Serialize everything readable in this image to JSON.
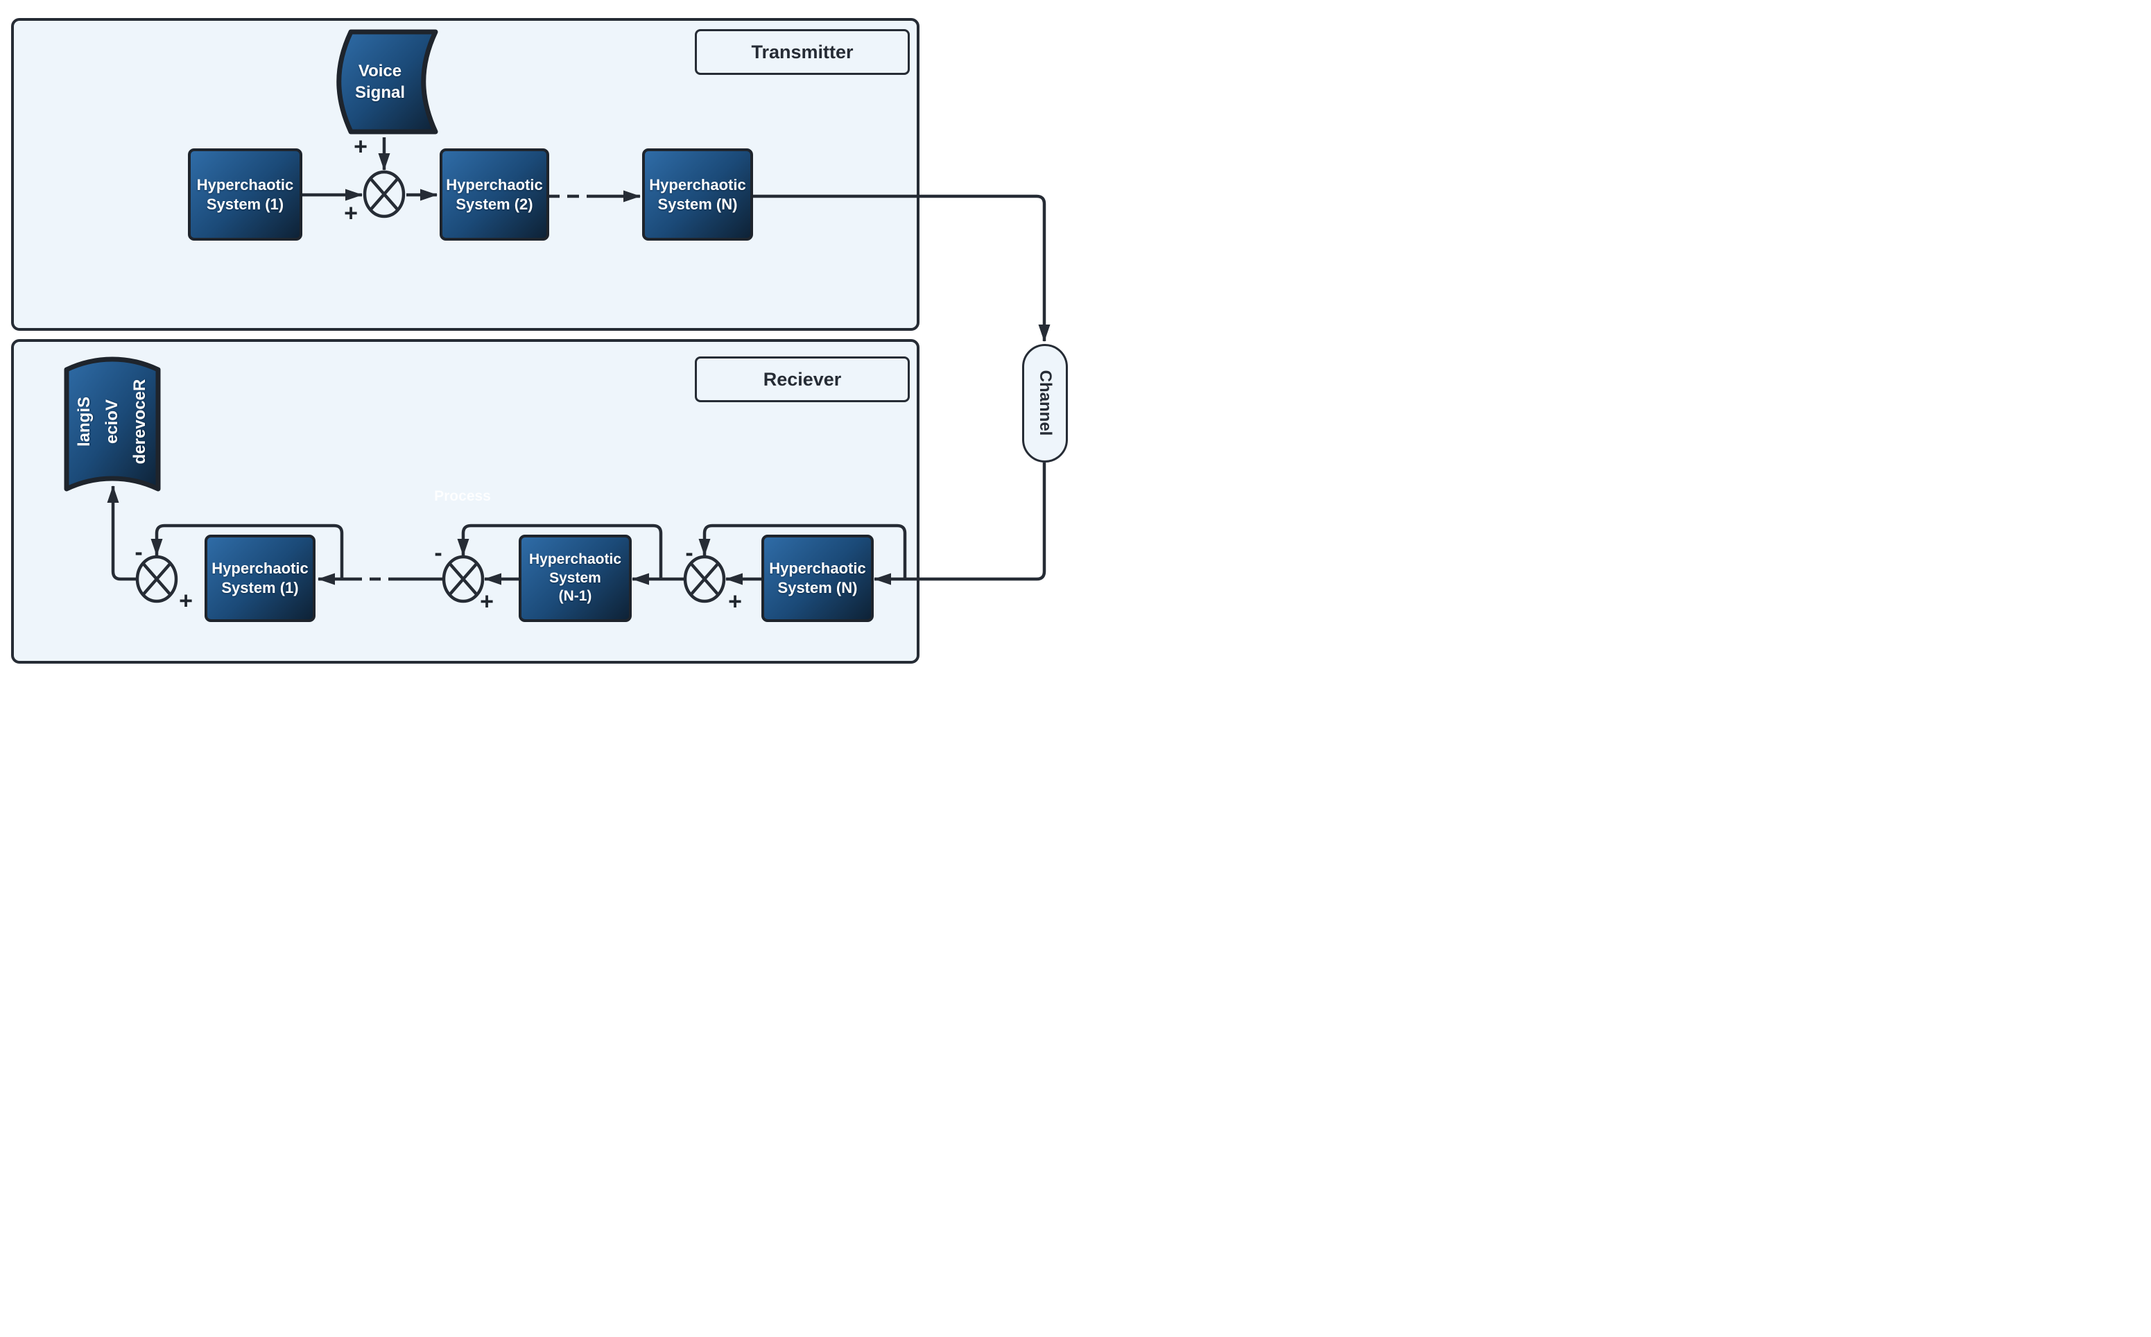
{
  "transmitter": {
    "title": "Transmitter",
    "source_label": "Voice\nSignal",
    "sum_sign_top": "+",
    "sum_sign_left": "+",
    "systems": [
      {
        "label": "Hyperchaotic\nSystem (1)"
      },
      {
        "label": "Hyperchaotic\nSystem (2)"
      },
      {
        "label": "Hyperchaotic\nSystem (N)"
      }
    ]
  },
  "channel": {
    "label": "Channel"
  },
  "receiver": {
    "title": "Reciever",
    "watermark": "Process",
    "output_label": "Recovered\nVoice\nSignal",
    "systems": [
      {
        "label": "Hyperchaotic\nSystem (N)"
      },
      {
        "label": "Hyperchaotic\nSystem\n(N-1)"
      },
      {
        "label": "Hyperchaotic\nSystem (1)"
      }
    ],
    "junctions": [
      {
        "minus": "-",
        "plus": "+"
      },
      {
        "minus": "-",
        "plus": "+"
      },
      {
        "minus": "-",
        "plus": "+"
      }
    ]
  },
  "colors": {
    "stroke": "#262c35",
    "panel_fill": "#eef5fb",
    "node_gradient_start": "#2f6ca7",
    "node_gradient_end": "#0e2236"
  }
}
